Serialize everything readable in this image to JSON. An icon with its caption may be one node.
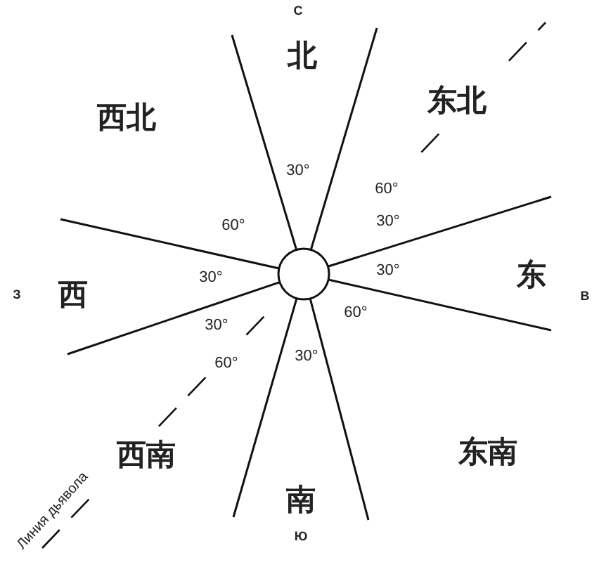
{
  "diagram": {
    "nodes": [
      {
        "text": [],
        "shape": "circle"
      }
    ],
    "labels": [
      "С",
      "北",
      "西北",
      "东北",
      "30°",
      "60°",
      "30°",
      "60°",
      "30°",
      "З",
      "西",
      "30°",
      "东",
      "В",
      "30°",
      "60°",
      "30°",
      "60°",
      "西南",
      "东南",
      "Линия дьявола",
      "南",
      "Ю"
    ]
  }
}
